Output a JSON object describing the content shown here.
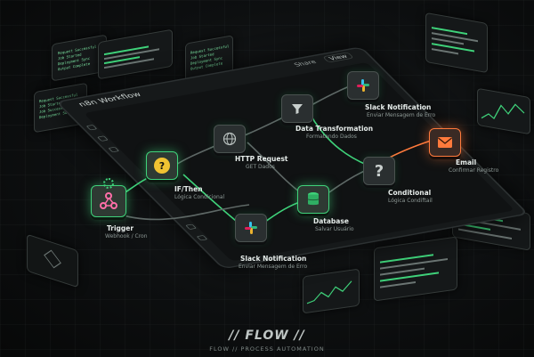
{
  "window": {
    "title": "n8n Workflow",
    "share_label": "Share",
    "view_label": "View"
  },
  "nodes": [
    {
      "id": "trigger",
      "label": "Trigger",
      "sub": "Webhook / Cron",
      "icon": "webhook-icon"
    },
    {
      "id": "ifthen",
      "label": "IF/Then",
      "sub": "Lógica Condicional",
      "icon": "question-icon"
    },
    {
      "id": "http",
      "label": "HTTP Request",
      "sub": "GET Dados",
      "icon": "globe-icon"
    },
    {
      "id": "transform",
      "label": "Data Transformation",
      "sub": "Formatando Dados",
      "icon": "funnel-icon"
    },
    {
      "id": "slack_top",
      "label": "Slack Notification",
      "sub": "Enviar Mensagem de Erro",
      "icon": "slack-icon"
    },
    {
      "id": "slack_bottom",
      "label": "Slack Notification",
      "sub": "Enviar Mensagem de Erro",
      "icon": "slack-icon"
    },
    {
      "id": "database",
      "label": "Database",
      "sub": "Salvar Usuário",
      "icon": "database-icon"
    },
    {
      "id": "conditional",
      "label": "Conditional",
      "sub": "Lógica Condiftail",
      "icon": "question-icon"
    },
    {
      "id": "email",
      "label": "Email",
      "sub": "Confirmar Registro",
      "icon": "email-icon"
    }
  ],
  "footer": {
    "logo": "// FLOW //",
    "tagline": "FLOW // PROCESS AUTOMATION"
  },
  "logs": {
    "top_left": [
      "Request Successful",
      "Job Started",
      "Deployment Sync",
      "Output Complete"
    ],
    "top_mid": [
      "Request Successful",
      "Job Started",
      "Deployment Sync",
      "Output Complete"
    ],
    "left": [
      "Request Successful",
      "Job Started",
      "Job Success",
      "Deployment Successful"
    ]
  },
  "colors": {
    "accent": "#3fd27a",
    "orange": "#ff7a3c",
    "bg": "#0b0c0d"
  }
}
